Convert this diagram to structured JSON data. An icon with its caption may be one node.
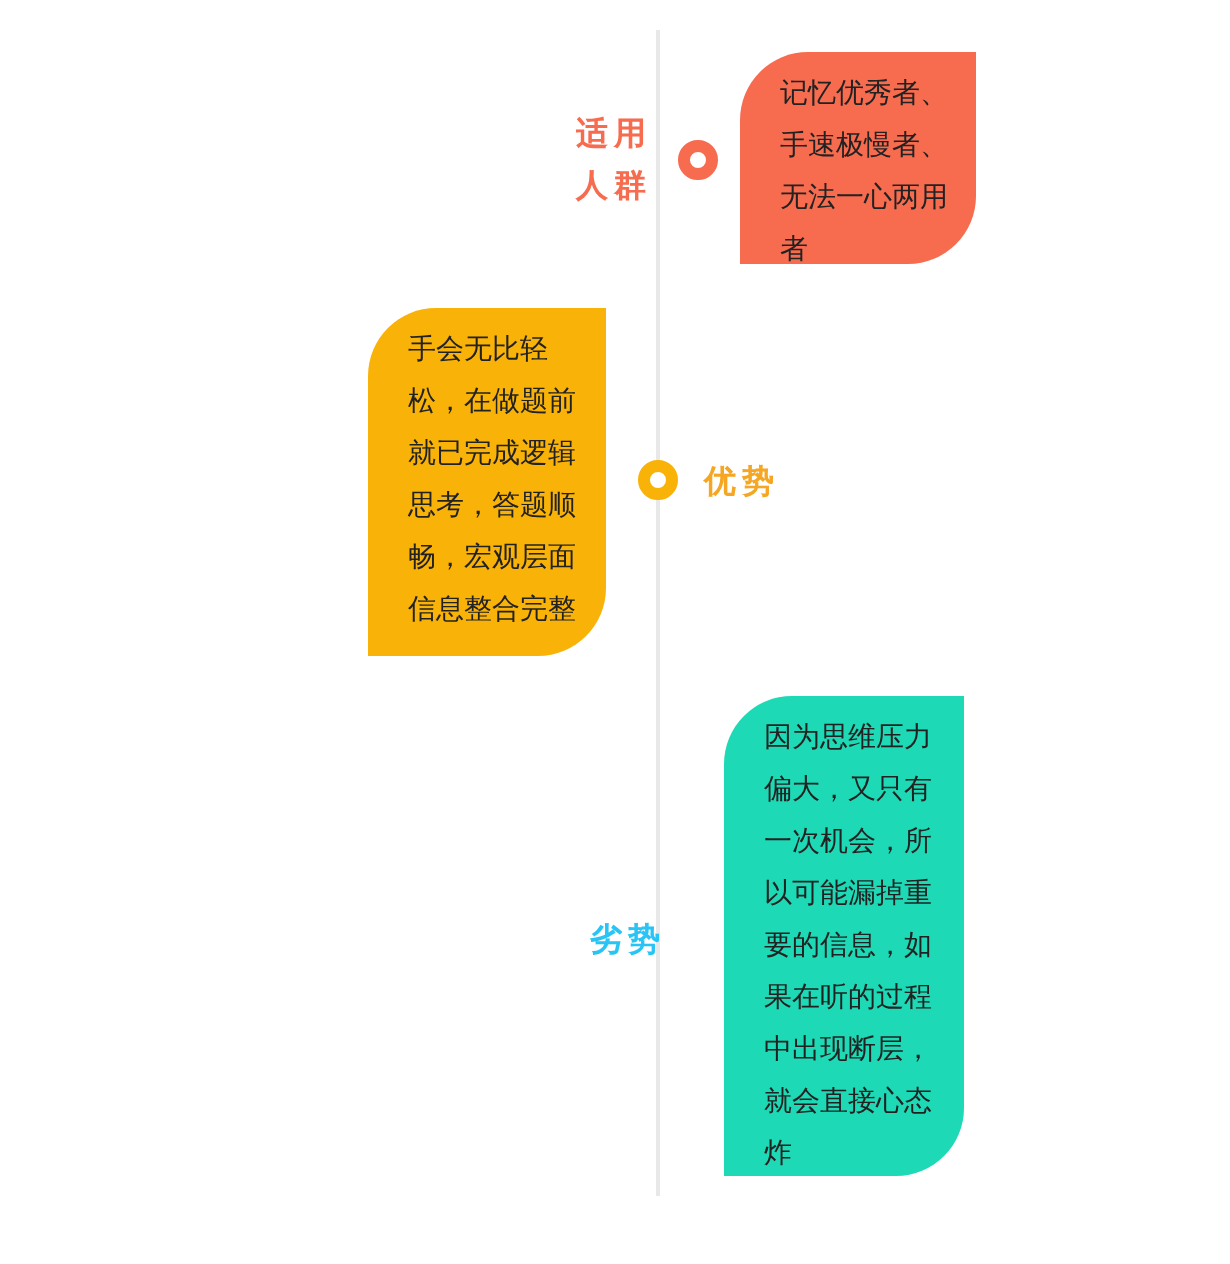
{
  "diagram": {
    "nodes": [
      {
        "text": [
          "记忆优秀者、手速极慢者、无法一心两用者"
        ],
        "beside": [
          "适用人群"
        ]
      },
      {
        "text": [
          "手会无比轻松，在做题前就已完成逻辑思考，答题顺畅，宏观层面信息整合完整"
        ],
        "beside": [
          "优势"
        ]
      },
      {
        "text": [
          "因为思维压力偏大，又只有一次机会，所以可能漏掉重要的信息，如果在听的过程中出现断层，就会直接心态炸"
        ],
        "beside": [
          "劣势"
        ]
      }
    ]
  }
}
